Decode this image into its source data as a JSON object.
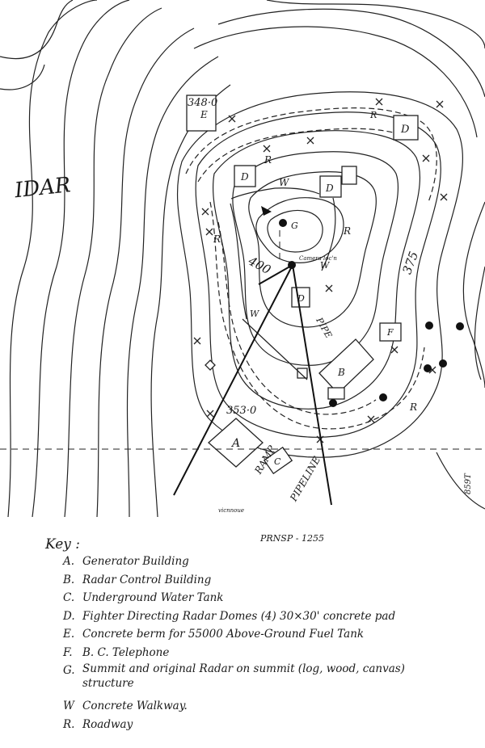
{
  "map": {
    "side_label": "IDAR",
    "elevations": {
      "summit_contour": "400",
      "contour_375": "375",
      "spot_348": "348·0",
      "spot_353": "353·0"
    },
    "road_labels": {
      "ramp": "RAMP",
      "pipeline": "PIPELINE",
      "pipe_fragment": "PIPE"
    },
    "camera_note": "Camera loc'n",
    "photographer": "vicnnoue",
    "catalog_number": "859T",
    "buildings": {
      "A": "A",
      "B": "B",
      "C": "C",
      "D": "D",
      "E": "E",
      "F": "F",
      "G": "G",
      "R": "R",
      "W": "W"
    }
  },
  "reference": "PRNSP - 1255",
  "key": {
    "title": "Key :",
    "items": [
      {
        "code": "A.",
        "description": "Generator Building"
      },
      {
        "code": "B.",
        "description": "Radar Control Building"
      },
      {
        "code": "C.",
        "description": "Underground Water Tank"
      },
      {
        "code": "D.",
        "description": "Fighter Directing Radar Domes (4)  30×30' concrete pad"
      },
      {
        "code": "E.",
        "description": "Concrete berm for 55000 Above-Ground Fuel Tank"
      },
      {
        "code": "F.",
        "description": "B. C. Telephone"
      },
      {
        "code": "G.",
        "description": "Summit and original Radar on summit (log, wood, canvas)",
        "description_2": "structure"
      },
      {
        "code": "W",
        "description": "Concrete Walkway."
      },
      {
        "code": "R.",
        "description": "Roadway"
      }
    ]
  }
}
